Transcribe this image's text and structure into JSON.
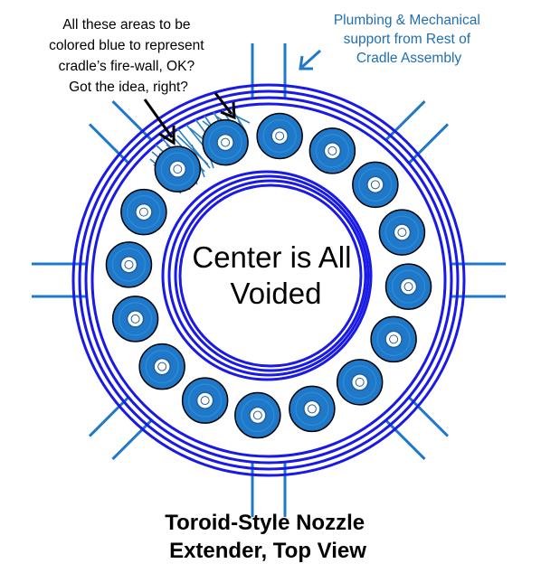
{
  "diagram": {
    "annotation_left": [
      "All these areas to be",
      "colored blue to represent",
      "cradle’s fire-wall, OK?",
      "Got the idea, right?"
    ],
    "annotation_right": [
      "Plumbing & Mechanical",
      "support from Rest of",
      "Cradle Assembly"
    ],
    "center_label": [
      "Center is All",
      "Voided"
    ],
    "title": [
      "Toroid-Style Nozzle",
      "Extender, Top View"
    ],
    "nozzle_count": 16
  },
  "colors": {
    "ring": "#1a1ae6",
    "nozzle": "#1f78c8",
    "firewall": "#2a7fc0",
    "note_blue": "#1f6fb2",
    "text": "#000000"
  }
}
